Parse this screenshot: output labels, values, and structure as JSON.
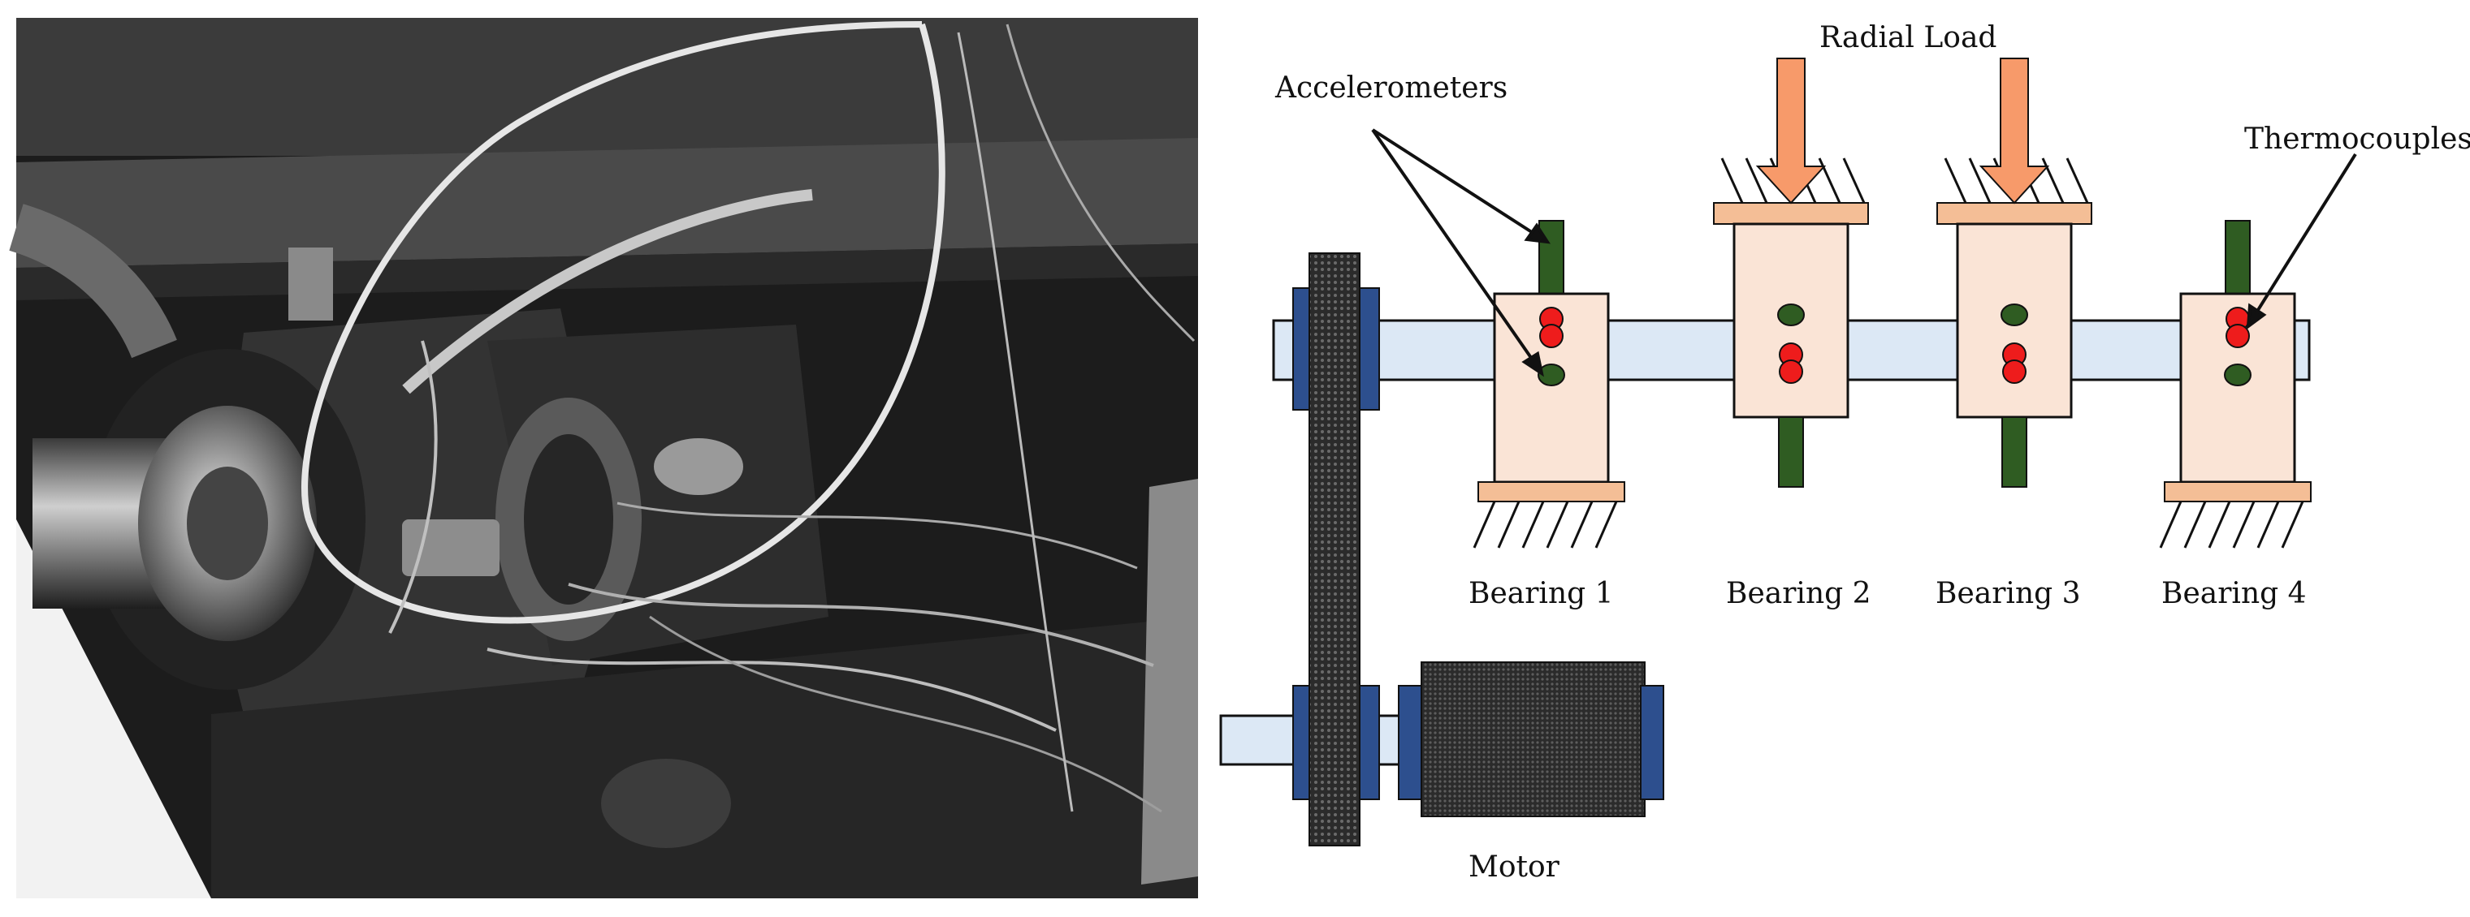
{
  "photo": {
    "description_hidden": true
  },
  "labels": {
    "accelerometers": "Accelerometers",
    "radial_load": "Radial Load",
    "thermocouples": "Thermocouples",
    "bearing_1": "Bearing 1",
    "bearing_2": "Bearing 2",
    "bearing_3": "Bearing 3",
    "bearing_4": "Bearing 4",
    "motor": "Motor"
  },
  "colors": {
    "shaft": "#dce8f5",
    "housing": "#fae4d6",
    "base_plate": "#f4be96",
    "load_arrow": "#f79a6a",
    "sensor_green": "#2f5c22",
    "sensor_red": "#ee1c1c",
    "coupling_blue": "#2d4f8e",
    "belt": "#333333",
    "motor_body": "#3a3a3a"
  },
  "icons": {
    "photo": "bearing-test-rig-photo",
    "accelerometer": "accelerometer-icon",
    "thermocouple": "thermocouple-icon",
    "load_arrow": "radial-load-arrow-icon"
  }
}
